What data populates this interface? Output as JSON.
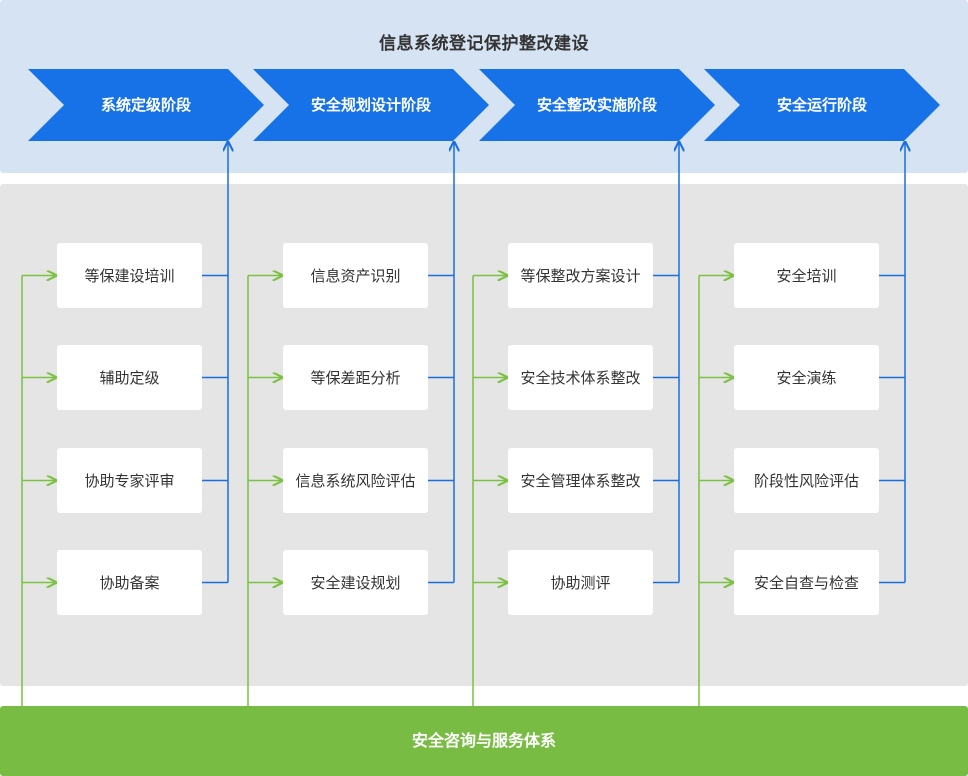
{
  "title": "信息系统登记保护整改建设",
  "colors": {
    "top_panel": "#d5e3f3",
    "middle_panel": "#e5e5e5",
    "stage_arrow": "#1672e6",
    "blue_connector": "#1a6fe0",
    "green_connector": "#7bc142",
    "bottom_bar": "#78bc43"
  },
  "stages": [
    {
      "label": "系统定级阶段",
      "tasks": [
        "等保建设培训",
        "辅助定级",
        "协助专家评审",
        "协助备案"
      ]
    },
    {
      "label": "安全规划设计阶段",
      "tasks": [
        "信息资产识别",
        "等保差距分析",
        "信息系统风险评估",
        "安全建设规划"
      ]
    },
    {
      "label": "安全整改实施阶段",
      "tasks": [
        "等保整改方案设计",
        "安全技术体系整改",
        "安全管理体系整改",
        "协助测评"
      ]
    },
    {
      "label": "安全运行阶段",
      "tasks": [
        "安全培训",
        "安全演练",
        "阶段性风险评估",
        "安全自查与检查"
      ]
    }
  ],
  "bottom_bar": {
    "label": "安全咨询与服务体系"
  }
}
